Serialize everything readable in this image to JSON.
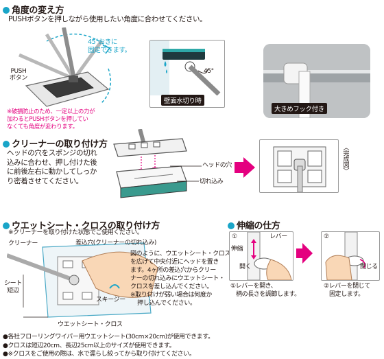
{
  "angle": {
    "title": "角度の変え方",
    "desc": "PUSHボタンを押しながら使用したい角度に合わせてください。",
    "angle_note": [
      "45°おきに",
      "固定できます。"
    ],
    "push_label": [
      "PUSH",
      "ボタン"
    ],
    "warning": [
      "※破損防止のため、一定以上の力が",
      "加わるとPUSHボタンを押してい",
      "なくても角度が変わります。"
    ],
    "wall_caption": "壁面水切り時",
    "wall_angle": "45°",
    "hook_caption": "大きめフック付き"
  },
  "cleaner": {
    "title": "クリーナーの取り付け方",
    "desc": [
      "ヘッドの穴をスポンジの切れ",
      "込みに合わせ、押し付けた後",
      "に前後左右に動かしてしっか",
      "り密着させてください。"
    ],
    "hole_label": "ヘッドの穴",
    "notch_label": "切れ込み",
    "done_label": "〈完成図〉"
  },
  "wet": {
    "title": "ウエットシート・クロスの取り付け方",
    "subnote": "※クリーナーを取り付けた状態でご使用ください。",
    "cleaner_label": "クリーナー",
    "insert_label": "差込穴(クリーナーの切れ込み)",
    "side_label": [
      "シート",
      "短辺"
    ],
    "squeegee_label": "スキージー",
    "cloth_label": "ウエットシート・クロス",
    "body": [
      "図のように、ウエットシート・クロス",
      "を広げて中央付近にヘッドを置き",
      "ます。4ヶ所の差込穴からクリー",
      "ナーの切れ込みにウエットシート・",
      "クロスを差し込んでください。"
    ],
    "body_note": [
      "※取り付けが弱い場合は何度か",
      "押し込んでください。"
    ],
    "bullets": [
      "●各社フローリングワイパー用ウエットシート(30cm×20cm)が使用できます。",
      "●クロスは短辺20cm、長辺25cm以上のサイズが使用できます。",
      "●※クロスをご使用の際は、水で濡らし絞ってから取り付けてください。"
    ]
  },
  "extend": {
    "title": "伸縮の仕方",
    "step1_num": "①",
    "step2_num": "②",
    "lever_label": "レバー",
    "stretch_label": "伸縮",
    "open_label": "開く",
    "close_label": "閉じる",
    "step1_caption": [
      "①レバーを開き、",
      "柄の長さを調節します。"
    ],
    "step2_caption": [
      "②レバーを閉じて",
      "固定します。"
    ]
  },
  "colors": {
    "accent": "#e4007f",
    "teal": "#1aa5c8",
    "text": "#231815"
  }
}
